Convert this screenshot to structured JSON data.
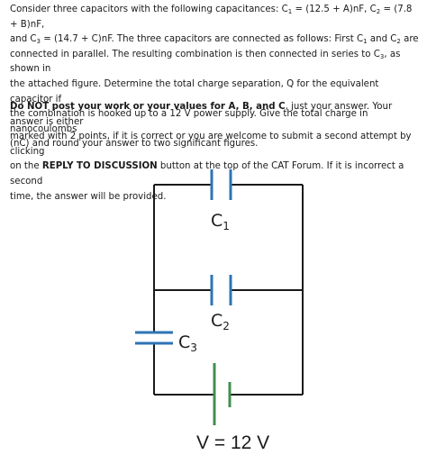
{
  "problem": {
    "p1": "Consider three capacitors with the following capacitances: C",
    "s1": "1",
    "p2": " = (12.5 + A)nF, C",
    "s2": "2",
    "p3": " = (7.8 + B)nF,",
    "p4": "and C",
    "s3": "3",
    "p5": " = (14.7 + C)nF.  The three capacitors are connected as follows:  First C",
    "s4": "1",
    "p6": " and C",
    "s5": "2",
    "p7": " are",
    "p8": "connected in parallel.  The resulting combination is then connected in series to C",
    "s6": "3",
    "p9": ", as shown in",
    "p10": "the attached figure.  Determine the total charge separation, Q for the equivalent capacitor if",
    "p11": "the combination is hooked up to a 12 V power supply.  Give the total charge in nanocoulombs",
    "p12": "(nC) and round your answer to two significant figures."
  },
  "instructions": {
    "bold1": "Do NOT post your work or your values for A, B, and C",
    "t1": ", just your answer. Your answer is either",
    "t2": "marked with 2 points, if it is correct or you are welcome to submit a second attempt by clicking",
    "t3": "on the ",
    "bold2": "REPLY TO DISCUSSION",
    "t4": " button at the top of the CAT Forum. If it is incorrect a second",
    "t5": "time, the answer will be provided."
  },
  "circuit": {
    "c1_label": "C",
    "c1_sub": "1",
    "c2_label": "C",
    "c2_sub": "2",
    "c3_label": "C",
    "c3_sub": "3",
    "voltage_label": "V = 12 V",
    "colors": {
      "wire": "#1a1a1a",
      "capacitor_plate": "#2e74b5",
      "battery_long_plate": "#3f8f4f",
      "battery_short_plate": "#3f8f4f"
    }
  }
}
